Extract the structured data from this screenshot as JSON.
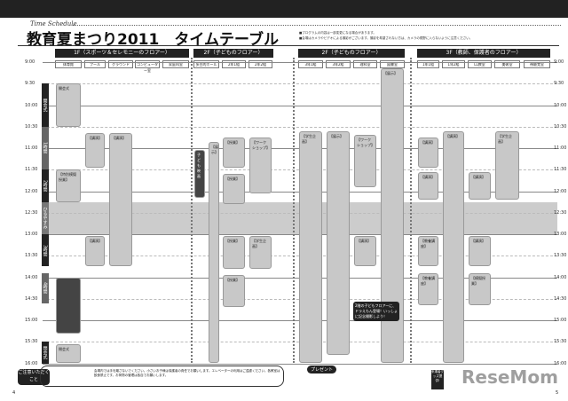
{
  "header": {
    "section": "Time Schedule",
    "title": "教育夏まつり2011　タイムテーブル",
    "notes": [
      "■プログラムの内容は一部変更になる場合があります。",
      "■会場はカメラやビデオによる撮影がございます。撮影を希望されない方は、カメラの視野に入らないように注意ください。"
    ]
  },
  "floors": [
    {
      "label": "1F（スポーツ＆セレモニーのフロアー）"
    },
    {
      "label": "2F（子どものフロアー）"
    },
    {
      "label": "2F（子どものフロアー）"
    },
    {
      "label": "3F（教師、保護者のフロアー）"
    }
  ],
  "rooms": [
    "体育館",
    "プール",
    "グラウンド",
    "コンピューター室",
    "家庭科室",
    "多目的ホール",
    "2年1組",
    "2年2組",
    "3年1組",
    "3年2組",
    "理科室",
    "図書室",
    "1年1組",
    "1年2組",
    "LL教室",
    "美術室",
    "視聴覚室"
  ],
  "times": [
    "9:00",
    "9:30",
    "10:00",
    "10:30",
    "11:00",
    "11:30",
    "12:00",
    "12:30",
    "13:00",
    "13:30",
    "14:00",
    "14:30",
    "15:00",
    "15:30",
    "16:00"
  ],
  "periods": [
    {
      "label": "開会式",
      "start": 9.5,
      "end": 10.5,
      "shade": "#222"
    },
    {
      "label": "1時間",
      "start": 10.5,
      "end": 11.5,
      "shade": "#666"
    },
    {
      "label": "2時間",
      "start": 11.5,
      "end": 12.25,
      "shade": "#222"
    },
    {
      "label": "ひるやすみ",
      "start": 12.25,
      "end": 13,
      "shade": "#777"
    },
    {
      "label": "3時間",
      "start": 13,
      "end": 13.75,
      "shade": "#222"
    },
    {
      "label": "4時間",
      "start": 13.9,
      "end": 14.6,
      "shade": "#666"
    },
    {
      "label": "閉会式",
      "start": 15.5,
      "end": 16,
      "shade": "#222"
    }
  ],
  "lunch": {
    "start": 12.25,
    "end": 13
  },
  "events": [
    {
      "room": 0,
      "start": 9.5,
      "end": 10.5,
      "label": "開会式"
    },
    {
      "room": 0,
      "start": 11.5,
      "end": 12.25,
      "label": "【特別模擬授業】"
    },
    {
      "room": 0,
      "start": 14.0,
      "end": 15.3,
      "label": "",
      "dark": true
    },
    {
      "room": 0,
      "start": 15.55,
      "end": 16.0,
      "label": "閉会式"
    },
    {
      "room": 1,
      "start": 10.65,
      "end": 11.45,
      "label": "【講演】"
    },
    {
      "room": 1,
      "start": 13.05,
      "end": 13.75,
      "label": "【講演】"
    },
    {
      "room": 2,
      "start": 10.65,
      "end": 13.75,
      "label": "【講演】"
    },
    {
      "room": 5,
      "start": 11.05,
      "end": 12.15,
      "label": "子ども映画",
      "dark": true
    },
    {
      "room": 6,
      "start": 10.85,
      "end": 16.0,
      "label": "【展示】"
    },
    {
      "room": 7,
      "start": 10.75,
      "end": 11.45,
      "label": "【授業】"
    },
    {
      "room": 7,
      "start": 11.6,
      "end": 12.3,
      "label": "【授業】"
    },
    {
      "room": 7,
      "start": 13.05,
      "end": 13.8,
      "label": "【授業】"
    },
    {
      "room": 7,
      "start": 13.95,
      "end": 14.7,
      "label": "【授業】"
    },
    {
      "room": 8,
      "start": 10.75,
      "end": 12.05,
      "label": "【ワークショップ】"
    },
    {
      "room": 8,
      "start": 13.05,
      "end": 13.8,
      "label": "【学生企画】"
    },
    {
      "room": 9,
      "start": 10.6,
      "end": 16.0,
      "label": "【学生企画】"
    },
    {
      "room": 10,
      "start": 10.6,
      "end": 15.8,
      "label": "【展示】"
    },
    {
      "room": 11,
      "start": 10.7,
      "end": 11.9,
      "label": "【ワークショップ】"
    },
    {
      "room": 11,
      "start": 13.05,
      "end": 13.75,
      "label": "【講演】"
    },
    {
      "room": 12,
      "start": 9.15,
      "end": 16.0,
      "label": "【展示】"
    },
    {
      "room": 13,
      "start": 10.75,
      "end": 11.45,
      "label": "【講演】"
    },
    {
      "room": 13,
      "start": 11.55,
      "end": 12.2,
      "label": "【講演】"
    },
    {
      "room": 13,
      "start": 13.05,
      "end": 13.75,
      "label": "【教養講座】"
    },
    {
      "room": 13,
      "start": 13.9,
      "end": 14.65,
      "label": "【教養講座】"
    },
    {
      "room": 14,
      "start": 10.6,
      "end": 16.0,
      "label": "【講演】"
    },
    {
      "room": 15,
      "start": 11.55,
      "end": 12.2,
      "label": "【講演】"
    },
    {
      "room": 15,
      "start": 13.05,
      "end": 13.75,
      "label": "【講演】"
    },
    {
      "room": 15,
      "start": 13.9,
      "end": 14.65,
      "label": "【模擬授業】"
    },
    {
      "room": 16,
      "start": 10.6,
      "end": 12.2,
      "label": "【学生企画】"
    }
  ],
  "doraemon": "2階の子どもフロアーに、ドラえもん登場！いっしょに記念撮影しよう！",
  "footer": {
    "caution_title": "ご注意いただくこと",
    "caution_text": "会場内では手を離さないでください。小さいお子様は保護者の責任でお願いします。エレベーターの利用はご遠慮ください。各教室は飲食禁止です。お荷物の管理は各自でお願いします。",
    "present": "プレゼント",
    "goods": "来場者グッズ提供!",
    "logo": "ReseMom"
  },
  "pages": [
    "4",
    "5"
  ]
}
